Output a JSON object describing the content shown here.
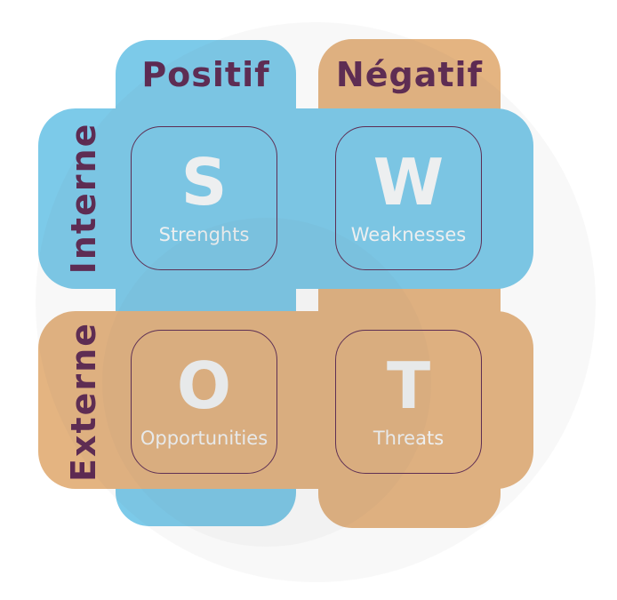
{
  "diagram": {
    "type": "swot-matrix",
    "colors": {
      "internal_band": "#7ccae9",
      "external_band": "#e4b481",
      "heading_text": "#5d2a52",
      "cell_text": "#f4f6f7",
      "cell_border": "#5d2a52",
      "background": "#ffffff"
    },
    "axes": {
      "top": {
        "positif": {
          "label": "Positif"
        },
        "negatif": {
          "label": "Négatif"
        }
      },
      "left": {
        "interne": {
          "label": "Interne"
        },
        "externe": {
          "label": "Externe"
        }
      }
    },
    "quadrants": {
      "strengths": {
        "letter": "S",
        "label": "Strenghts"
      },
      "weaknesses": {
        "letter": "W",
        "label": "Weaknesses"
      },
      "opportunities": {
        "letter": "O",
        "label": "Opportunities"
      },
      "threats": {
        "letter": "T",
        "label": "Threats"
      }
    }
  }
}
